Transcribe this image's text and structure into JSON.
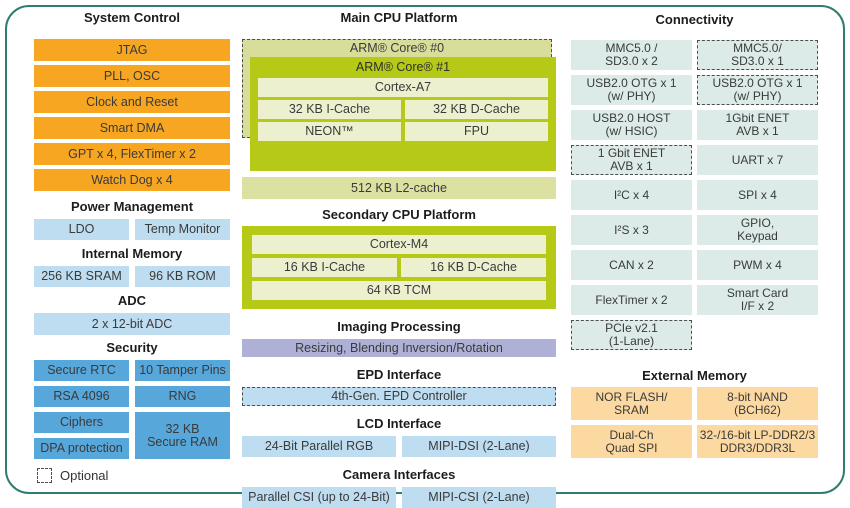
{
  "colors": {
    "border_teal": "#2f7d6f",
    "system_control_orange": "#f7a621",
    "light_blue": "#bfddf0",
    "security_blue": "#57a7da",
    "connectivity_mint": "#dcebe7",
    "external_memory_peach": "#fbd9a1",
    "imaging_lavender": "#aeb0d6",
    "cpu_lime_green": "#b5c916",
    "cpu_pale_cell": "#edf0ce",
    "l2_pale_olive": "#dce1a2"
  },
  "left": {
    "system_control": {
      "title": "System Control",
      "blocks": [
        "JTAG",
        "PLL, OSC",
        "Clock and Reset",
        "Smart DMA",
        "GPT x 4, FlexTimer x 2",
        "Watch Dog x 4"
      ]
    },
    "power_management": {
      "title": "Power Management",
      "blocks": [
        "LDO",
        "Temp Monitor"
      ]
    },
    "internal_memory": {
      "title": "Internal Memory",
      "blocks": [
        "256 KB SRAM",
        "96 KB ROM"
      ]
    },
    "adc": {
      "title": "ADC",
      "blocks": [
        "2 x 12-bit ADC"
      ]
    },
    "security": {
      "title": "Security",
      "cells": [
        {
          "label": "Secure RTC"
        },
        {
          "label": "10 Tamper Pins"
        },
        {
          "label": "RSA 4096"
        },
        {
          "label": "RNG"
        },
        {
          "label": "Ciphers"
        },
        {
          "label": "32 KB\nSecure RAM",
          "tall": true
        },
        {
          "label": "DPA protection"
        }
      ]
    }
  },
  "middle": {
    "main_cpu": {
      "title": "Main CPU Platform",
      "core0_label": "ARM® Core® #0",
      "core1_label": "ARM® Core® #1",
      "cortex": "Cortex-A7",
      "icache": "32 KB I-Cache",
      "dcache": "32 KB D-Cache",
      "neon": "NEON™",
      "fpu": "FPU",
      "l2": "512 KB L2-cache"
    },
    "secondary_cpu": {
      "title": "Secondary CPU Platform",
      "cortex": "Cortex-M4",
      "icache": "16 KB I-Cache",
      "dcache": "16 KB D-Cache",
      "tcm": "64 KB TCM"
    },
    "imaging": {
      "title": "Imaging Processing",
      "block": "Resizing, Blending Inversion/Rotation"
    },
    "epd": {
      "title": "EPD Interface",
      "block": "4th-Gen. EPD Controller"
    },
    "lcd": {
      "title": "LCD Interface",
      "cells": [
        {
          "label": "24-Bit Parallel RGB"
        },
        {
          "label": "MIPI-DSI (2-Lane)"
        }
      ]
    },
    "camera": {
      "title": "Camera Interfaces",
      "cells": [
        {
          "label": "Parallel CSI (up to 24-Bit)"
        },
        {
          "label": "MIPI-CSI (2-Lane)"
        }
      ]
    }
  },
  "right": {
    "connectivity": {
      "title": "Connectivity",
      "cells": [
        {
          "label": "MMC5.0 /\nSD3.0 x 2"
        },
        {
          "label": "MMC5.0/\nSD3.0 x 1",
          "optional": true
        },
        {
          "label": "USB2.0 OTG x 1\n(w/ PHY)"
        },
        {
          "label": "USB2.0 OTG x 1\n(w/ PHY)",
          "optional": true
        },
        {
          "label": "USB2.0 HOST\n(w/ HSIC)"
        },
        {
          "label": "1Gbit ENET\nAVB x 1"
        },
        {
          "label": "1 Gbit ENET\nAVB x 1",
          "optional": true
        },
        {
          "label": "UART x 7"
        },
        {
          "label": "I²C x 4"
        },
        {
          "label": "SPI x 4"
        },
        {
          "label": "I²S x 3"
        },
        {
          "label": "GPIO,\nKeypad"
        },
        {
          "label": "CAN x 2"
        },
        {
          "label": "PWM x 4"
        },
        {
          "label": "FlexTimer x 2"
        },
        {
          "label": "Smart Card\nI/F x 2"
        },
        {
          "label": "PCIe v2.1\n(1-Lane)",
          "optional": true
        }
      ]
    },
    "external_memory": {
      "title": "External Memory",
      "cells": [
        {
          "label": "NOR FLASH/\nSRAM"
        },
        {
          "label": "8-bit NAND\n(BCH62)"
        },
        {
          "label": "Dual-Ch\nQuad SPI"
        },
        {
          "label": "32-/16-bit LP-DDR2/3\nDDR3/DDR3L"
        }
      ]
    }
  },
  "legend": {
    "optional_label": "Optional"
  }
}
